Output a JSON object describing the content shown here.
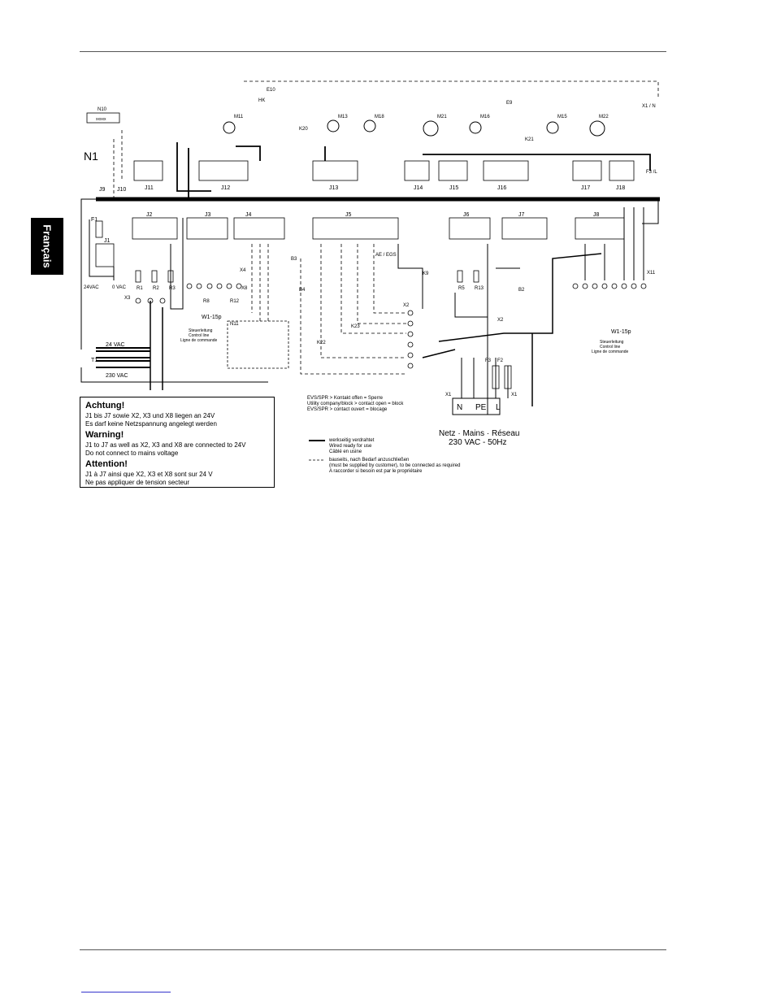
{
  "side_tab": "Français",
  "board": "N1",
  "top_labels": {
    "n10": "N10",
    "n10_box": "xxxxx",
    "x1n": "X1 / N",
    "e10": "E10",
    "hk": "HK",
    "e9": "E9",
    "k20": "K20",
    "k21": "K21",
    "f3l": "F3 /L"
  },
  "motors": [
    "M11",
    "M13",
    "M18",
    "M21",
    "M16",
    "M15",
    "M22"
  ],
  "top_connectors": [
    "J9",
    "J10",
    "J11",
    "J12",
    "J13",
    "J14",
    "J15",
    "J16",
    "J17",
    "J18"
  ],
  "bottom_connectors": [
    "J2",
    "J3",
    "J4",
    "J5",
    "J6",
    "J7",
    "J8"
  ],
  "misc": {
    "f1": "F1",
    "j1": "J1",
    "t1": "T1",
    "x3": "X3",
    "x4": "X4",
    "x8": "X8",
    "x2": "X2",
    "x11": "X11",
    "k9": "K9",
    "k22": "K22",
    "k23": "K23",
    "b2": "B2",
    "b3": "B3",
    "b4": "B4",
    "n11": "N11",
    "v24a": "24VAC",
    "v0a": "0 VAC",
    "v24b": "24 VAC",
    "v230": "230 VAC",
    "aeegs": "AE / EGS",
    "w1a": "W1-15p",
    "w1b": "W1-15p",
    "steuer": "Steuerleitung",
    "control": "Control line",
    "ligne": "Ligne de commande",
    "r1": "R1",
    "r2": "R2",
    "r3": "R3",
    "r5": "R5",
    "r13": "R13",
    "r8": "R8",
    "r12": "R12"
  },
  "warning": {
    "de_title": "Achtung!",
    "de_l1": "J1 bis J7 sowie X2, X3 und X8 liegen an 24V",
    "de_l2": "Es darf keine Netzspannung angelegt werden",
    "en_title": "Warning!",
    "en_l1": "J1 to J7 as well as X2, X3 and X8 are connected to 24V",
    "en_l2": "Do not connect to mains voltage",
    "fr_title": "Attention!",
    "fr_l1": "J1 à J7 ainsi que X2, X3 et X8 sont sur 24 V",
    "fr_l2": "Ne pas appliquer de tension secteur"
  },
  "evs": {
    "l1": "EVS/SPR > Kontakt offen = Sperre",
    "l2": "Utility company/block > contact open = block",
    "l3": "EVS/SPR > contact ouvert = blocage"
  },
  "legend": {
    "solid_l1": "werkseitig verdrahtet",
    "solid_l2": "Wired ready for use",
    "solid_l3": "Câblé en usine",
    "dash_l1": "bauseits, nach Bedarf anzuschließen",
    "dash_l2": "(must be supplied by customer), to be connected as required",
    "dash_l3": "A raccorder si besoin est par le propriétaire"
  },
  "mains": {
    "line1": "Netz · Mains · Réseau",
    "line2": "230 VAC - 50Hz",
    "n": "N",
    "pe": "PE",
    "l": "L",
    "f3": "F3",
    "f2": "F2",
    "x1": "X1"
  }
}
